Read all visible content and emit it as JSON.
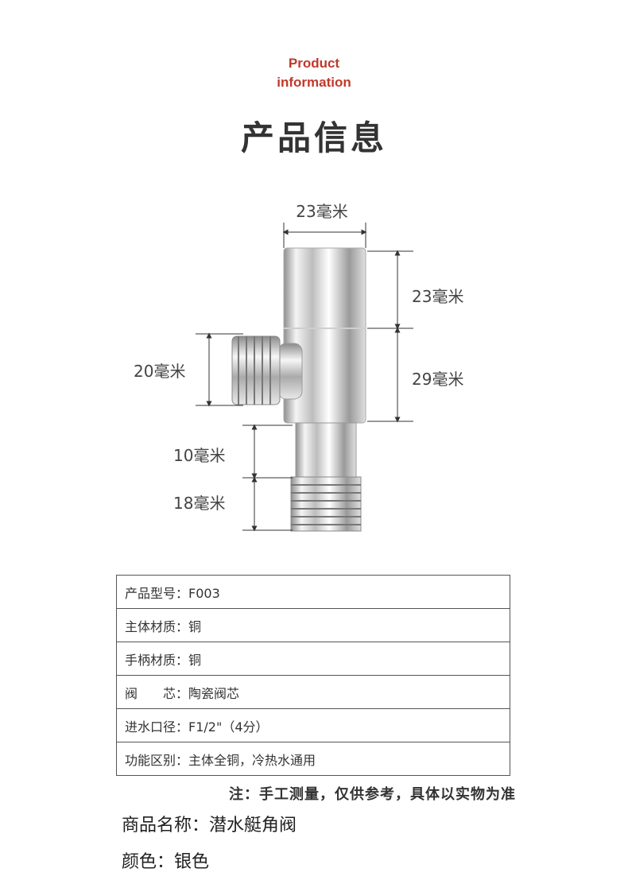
{
  "header": {
    "eyebrow_line1": "Product",
    "eyebrow_line2": "information",
    "title": "产品信息"
  },
  "diagram": {
    "dims": {
      "top_width": "23毫米",
      "head_height": "23毫米",
      "body_height": "29毫米",
      "inlet_diameter": "20毫米",
      "neck_length": "10毫米",
      "thread_length": "18毫米"
    }
  },
  "specs": [
    {
      "label": "产品型号：",
      "value": "F003"
    },
    {
      "label": "主体材质：",
      "value": "铜"
    },
    {
      "label": "手柄材质：",
      "value": "铜"
    },
    {
      "label": "阀　　芯：",
      "value": "陶瓷阀芯"
    },
    {
      "label": "进水口径：",
      "value": "F1/2\"（4分）"
    },
    {
      "label": "功能区别：",
      "value": "主体全铜，冷热水通用"
    }
  ],
  "note": "注：手工测量，仅供参考，具体以实物为准",
  "product_name": "商品名称：潜水艇角阀",
  "color_line": "颜色：银色"
}
